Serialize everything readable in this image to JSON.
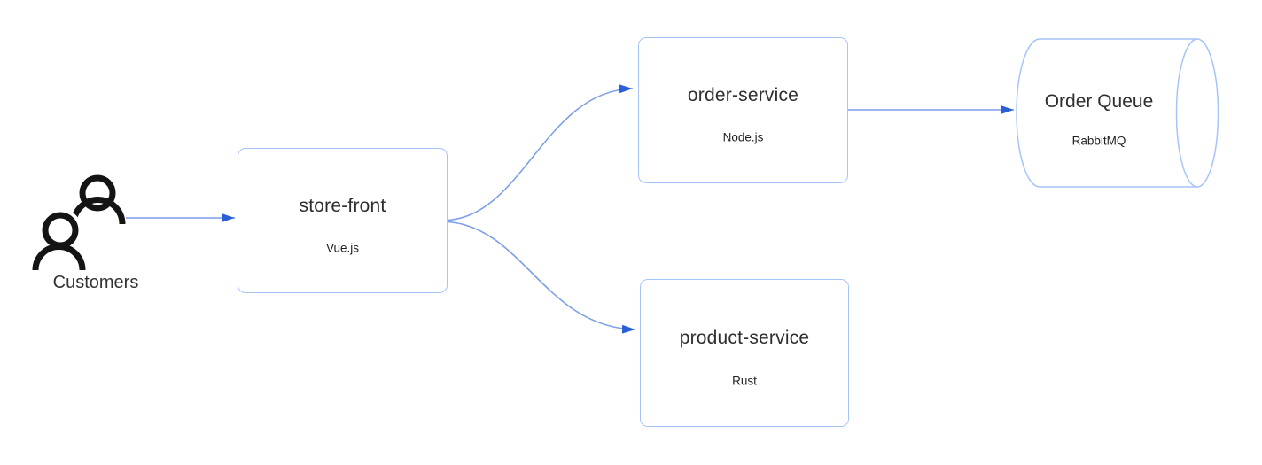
{
  "diagram": {
    "background": "#ffffff",
    "nodes": {
      "customers": {
        "label": "Customers",
        "shape": "people-icon"
      },
      "store_front": {
        "title": "store-front",
        "subtitle": "Vue.js",
        "shape": "rectangle"
      },
      "order_service": {
        "title": "order-service",
        "subtitle": "Node.js",
        "shape": "rectangle"
      },
      "product_service": {
        "title": "product-service",
        "subtitle": "Rust",
        "shape": "rectangle"
      },
      "order_queue": {
        "title": "Order Queue",
        "subtitle": "RabbitMQ",
        "shape": "horizontal-cylinder"
      }
    },
    "edges": [
      {
        "from": "customers",
        "to": "store-front",
        "style": "straight-arrow"
      },
      {
        "from": "store-front",
        "to": "order-service",
        "style": "curved-arrow"
      },
      {
        "from": "store-front",
        "to": "product-service",
        "style": "curved-arrow"
      },
      {
        "from": "order-service",
        "to": "order-queue",
        "style": "straight-arrow"
      }
    ],
    "colors": {
      "node_border": "#a5c4fa",
      "edge_line": "#7d9fe8",
      "edge_arrowhead": "#2b5fd7",
      "icon_stroke": "#141414",
      "title_text": "#2e2e2e",
      "subtitle_text": "#1f1f1f"
    }
  }
}
